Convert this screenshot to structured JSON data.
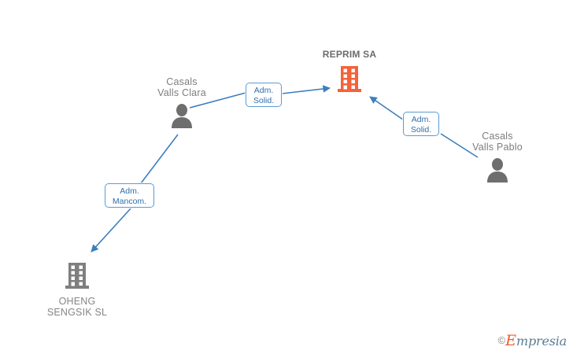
{
  "graph": {
    "background_color": "#ffffff",
    "edge_color": "#3d7ebf",
    "company_icon_color_primary": "#f4623a",
    "company_icon_color_secondary": "#7f7f7f",
    "person_icon_color": "#6e6e6e"
  },
  "nodes": [
    {
      "id": "reprim-sa",
      "label": "REPRIM SA",
      "type": "company",
      "icon": "building-icon",
      "color": "#f4623a"
    },
    {
      "id": "casals-valls-clara",
      "label_line1": "Casals",
      "label_line2": "Valls Clara",
      "type": "person",
      "icon": "person-icon",
      "color": "#6e6e6e"
    },
    {
      "id": "casals-valls-pablo",
      "label_line1": "Casals",
      "label_line2": "Valls Pablo",
      "type": "person",
      "icon": "person-icon",
      "color": "#6e6e6e"
    },
    {
      "id": "oheng-sengsik-sl",
      "label_line1": "OHENG",
      "label_line2": "SENGSIK SL",
      "type": "company",
      "icon": "building-icon",
      "color": "#7f7f7f"
    }
  ],
  "edges": [
    {
      "id": "clara-to-reprim",
      "from": "casals-valls-clara",
      "to": "reprim-sa",
      "label_line1": "Adm.",
      "label_line2": "Solid."
    },
    {
      "id": "pablo-to-reprim",
      "from": "casals-valls-pablo",
      "to": "reprim-sa",
      "label_line1": "Adm.",
      "label_line2": "Solid."
    },
    {
      "id": "clara-to-oheng",
      "from": "casals-valls-clara",
      "to": "oheng-sengsik-sl",
      "label_line1": "Adm.",
      "label_line2": "Mancom."
    }
  ],
  "watermark": {
    "copyright": "©",
    "brand_initial": "E",
    "brand_rest": "mpresia"
  }
}
